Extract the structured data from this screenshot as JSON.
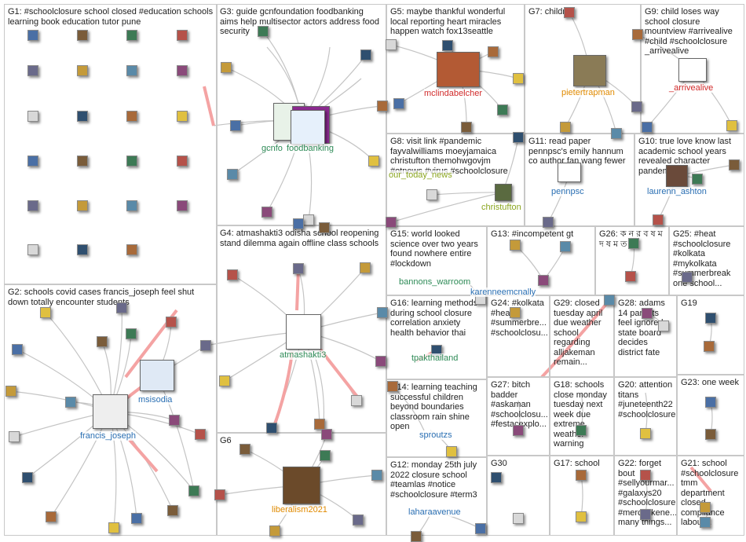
{
  "groups": [
    {
      "id": "G1",
      "title": "G1: #schoolclosure school closed #education schools learning book education tutor pune"
    },
    {
      "id": "G2",
      "title": "G2: schools covid cases francis_joseph feel shut down totally encounter students"
    },
    {
      "id": "G3",
      "title": "G3: guide gcnfoundation foodbanking aims help multisector actors address food security"
    },
    {
      "id": "G4",
      "title": "G4: atmashakti3 odisha school reopening stand dilemma again offline class schools"
    },
    {
      "id": "G5",
      "title": "G5: maybe thankful wonderful local reporting heart miracles happen watch fox13seattle"
    },
    {
      "id": "G6",
      "title": "G6"
    },
    {
      "id": "G7",
      "title": "G7: children"
    },
    {
      "id": "G8",
      "title": "G8: visit link #pandemic fayvalwilliams moeyjamaica christufton themohwgovjm #otnews #virus #schoolclosure"
    },
    {
      "id": "G9",
      "title": "G9: child loses way school closure mountview #arrivealive #child #schoolclosure _arrivealive"
    },
    {
      "id": "G10",
      "title": "G10: true love know last academic school years revealed character pandemic"
    },
    {
      "id": "G11",
      "title": "G11: read paper pennpsc's emily hannum co author fan wang fewer"
    },
    {
      "id": "G12",
      "title": "G12: monday 25th july 2022 closure school #teamlas #notice #schoolclosure #term3"
    },
    {
      "id": "G13",
      "title": "G13: #incompetent gt"
    },
    {
      "id": "G14",
      "title": "G14: learning teaching successful children beyond boundaries classroom rain shine open"
    },
    {
      "id": "G15",
      "title": "G15: world looked science over two years found nowhere entire #lockdown"
    },
    {
      "id": "G16",
      "title": "G16: learning methods during school closure correlation anxiety health behavior thai"
    },
    {
      "id": "G17",
      "title": "G17: school"
    },
    {
      "id": "G18",
      "title": "G18: schools close monday tuesday next week due extreme weather warning"
    },
    {
      "id": "G19",
      "title": "G19"
    },
    {
      "id": "G20",
      "title": "G20: attention titans #juneteenth22 #schoolclosure"
    },
    {
      "id": "G21",
      "title": "G21: school #schoolclosure tmm department closed compliance labour..."
    },
    {
      "id": "G22",
      "title": "G22: forget bout #sellyourmar... #galaxys20 #schoolclosure #mercyekene... many things..."
    },
    {
      "id": "G23",
      "title": "G23: one week"
    },
    {
      "id": "G24",
      "title": "G24: #kolkata #heat #summerbre... #schoolclosu..."
    },
    {
      "id": "G25",
      "title": "G25: #heat #schoolclosure #kolkata #mykolkata #summerbreak one school..."
    },
    {
      "id": "G26",
      "title": "G26: ক ন র ব ষ ম দ ষ ম ত"
    },
    {
      "id": "G27",
      "title": "G27: bitch badder #askaman #schoolclosu... #festacexplo..."
    },
    {
      "id": "G28",
      "title": "G28: adams 14 parents feel ignored state board decides district fate"
    },
    {
      "id": "G29",
      "title": "G29: closed tuesday april due weather school regarding alljakeman remain..."
    },
    {
      "id": "G30",
      "title": "G30"
    }
  ],
  "labels": {
    "gcnfo": "gcnfo",
    "foodbanking": "foodbanking",
    "mclindabelcher": "mclindabelcher",
    "pietertrapman": "pietertrapman",
    "arrivealive": "_arrivealive",
    "christufton": "christufton",
    "our_today_news": "our_today_news",
    "pennpsc": "pennpsc",
    "laurenn_ashton": "laurenn_ashton",
    "atmashakti3": "atmashakti3",
    "msisodia": "msisodia",
    "francis_joseph": "francis_joseph",
    "liberalism2021": "liberalism2021",
    "bannons_warroom": "bannons_warroom",
    "karenneemcnally": "karenneemcnally",
    "tpakthailand": "tpakthailand",
    "sproutzs": "sproutzs",
    "laharaavenue": "laharaavenue"
  },
  "colors": {
    "edge": "#c4c4c4",
    "heavy_edge": "#f4a3a3",
    "group_border": "#c8c8c8",
    "label_green": "#2e8b57",
    "label_red": "#d12b2b",
    "label_blue": "#2a6fb3",
    "label_orange": "#e08a00",
    "label_olive": "#8aa51f"
  }
}
